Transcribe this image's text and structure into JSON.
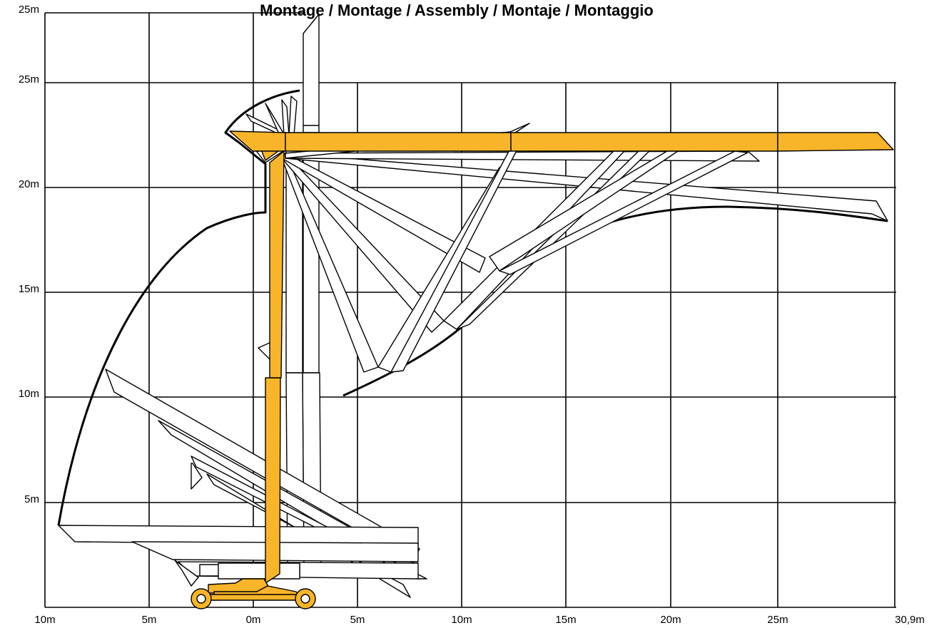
{
  "title": "Montage / Montage / Assembly / Montaje / Montaggio",
  "colors": {
    "machine": "#f9b529",
    "line": "#000000",
    "background": "#ffffff"
  },
  "x_ticks": [
    "10m",
    "5m",
    "0m",
    "5m",
    "10m",
    "15m",
    "20m",
    "25m",
    "30,9m"
  ],
  "y_ticks": [
    "5m",
    "10m",
    "15m",
    "20m",
    "25m",
    "25m"
  ]
}
